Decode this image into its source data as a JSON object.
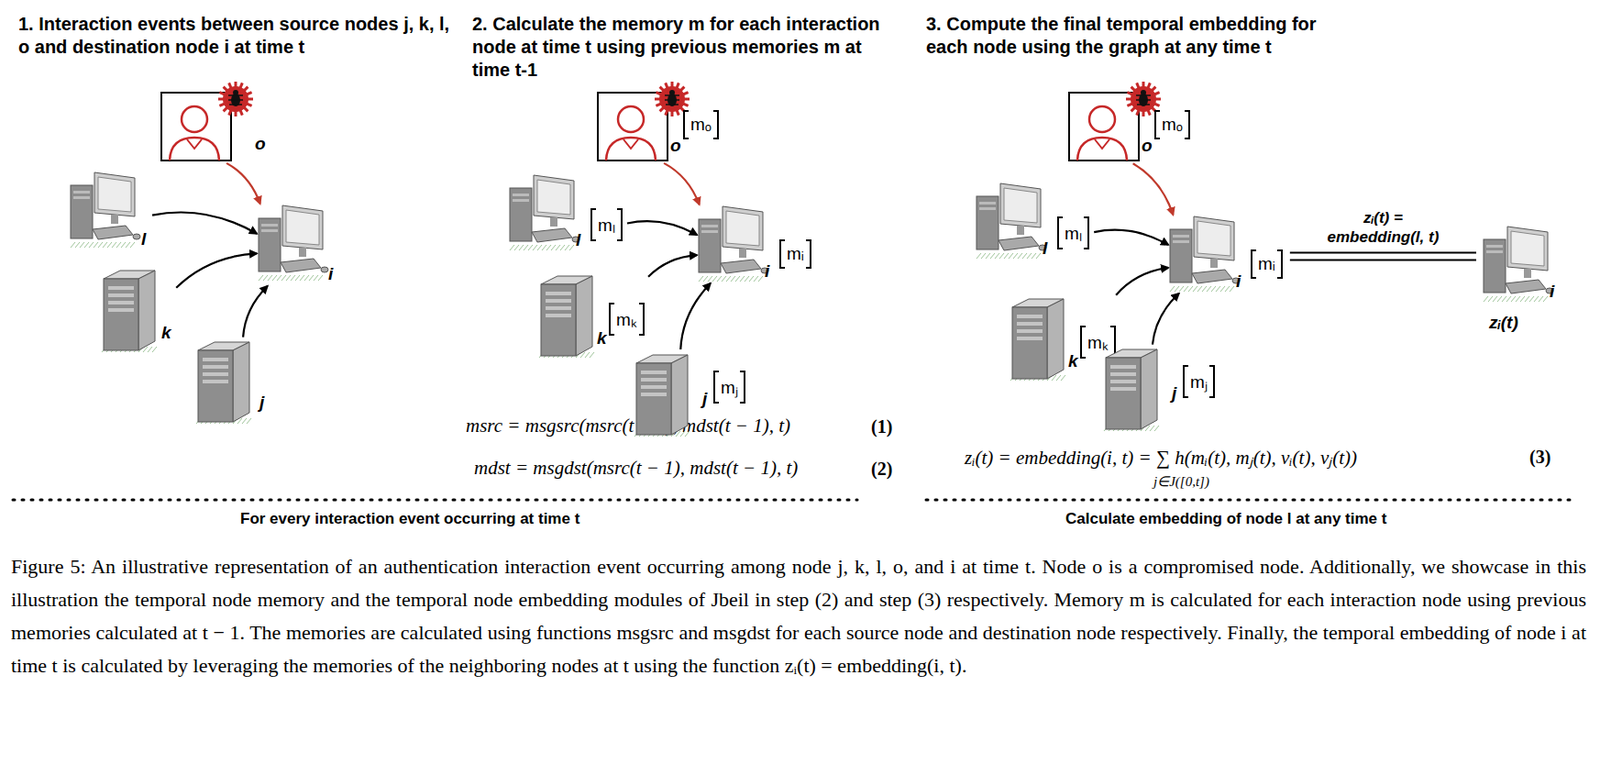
{
  "diagram": {
    "caption": "Figure 5: An illustrative representation of an authentication interaction event occurring among node j, k, l, o, and i at time t. Node o is a compromised node. Additionally, we showcase in this illustration the temporal node memory and the temporal node embedding modules of Jbeil in step (2) and step (3) respectively. Memory m is calculated for each interaction node using previous memories calculated at t − 1. The memories are calculated using functions msgsrc and msgdst for each source node and destination node respectively. Finally, the temporal embedding of node i at time t is calculated by leveraging the memories of the neighboring nodes at t using the function zᵢ(t) = embedding(i, t).",
    "nodes": [
      {
        "text": [
          "o"
        ]
      },
      {
        "text": [
          "l"
        ]
      },
      {
        "text": [
          "i"
        ]
      },
      {
        "text": [
          "k"
        ]
      },
      {
        "text": [
          "j"
        ]
      },
      {
        "text": [
          "o",
          "mₒ"
        ]
      },
      {
        "text": [
          "l",
          "mₗ"
        ]
      },
      {
        "text": [
          "i",
          "mᵢ"
        ]
      },
      {
        "text": [
          "k",
          "mₖ"
        ]
      },
      {
        "text": [
          "j",
          "mⱼ"
        ]
      },
      {
        "text": [
          "o",
          "mₒ"
        ]
      },
      {
        "text": [
          "l",
          "mₗ"
        ]
      },
      {
        "text": [
          "i",
          "mᵢ"
        ]
      },
      {
        "text": [
          "k",
          "mₖ"
        ]
      },
      {
        "text": [
          "j",
          "mⱼ"
        ]
      },
      {
        "text": [
          "i",
          "zᵢ(t)"
        ]
      }
    ],
    "edges": [
      {
        "from": 0,
        "to": 2,
        "arrow": "to"
      },
      {
        "from": 1,
        "to": 2,
        "arrow": "to"
      },
      {
        "from": 3,
        "to": 2,
        "arrow": "to"
      },
      {
        "from": 4,
        "to": 2,
        "arrow": "to"
      },
      {
        "from": 5,
        "to": 7,
        "arrow": "to"
      },
      {
        "from": 6,
        "to": 7,
        "arrow": "to"
      },
      {
        "from": 8,
        "to": 7,
        "arrow": "to"
      },
      {
        "from": 9,
        "to": 7,
        "arrow": "to"
      },
      {
        "from": 10,
        "to": 12,
        "arrow": "to"
      },
      {
        "from": 11,
        "to": 12,
        "arrow": "to"
      },
      {
        "from": 13,
        "to": 12,
        "arrow": "to"
      },
      {
        "from": 14,
        "to": 12,
        "arrow": "to"
      },
      {
        "from": 12,
        "to": 15,
        "arrow": "none",
        "label": "zᵢ(t) = embedding(l, t)"
      }
    ],
    "labels": [
      "1. Interaction events between source nodes j, k, l, o and destination node i at time t",
      "2. Calculate the memory m for each interaction node at time t using previous memories m at time t-1",
      "3. Compute the final temporal embedding for each node using the graph at any time t",
      "msrc = msgsrc(msrc(t − 1), mdst(t − 1), t)",
      "(1)",
      "mdst = msgdst(msrc(t − 1), mdst(t − 1), t)",
      "(2)",
      "zᵢ(t) = embedding(i, t) = ∑ h(mᵢ(t), mⱼ(t), vᵢ(t), vⱼ(t))",
      "j∈J([0,t])",
      "(3)",
      "For every interaction event occurring at time t",
      "Calculate embedding of node l at any time t"
    ]
  }
}
